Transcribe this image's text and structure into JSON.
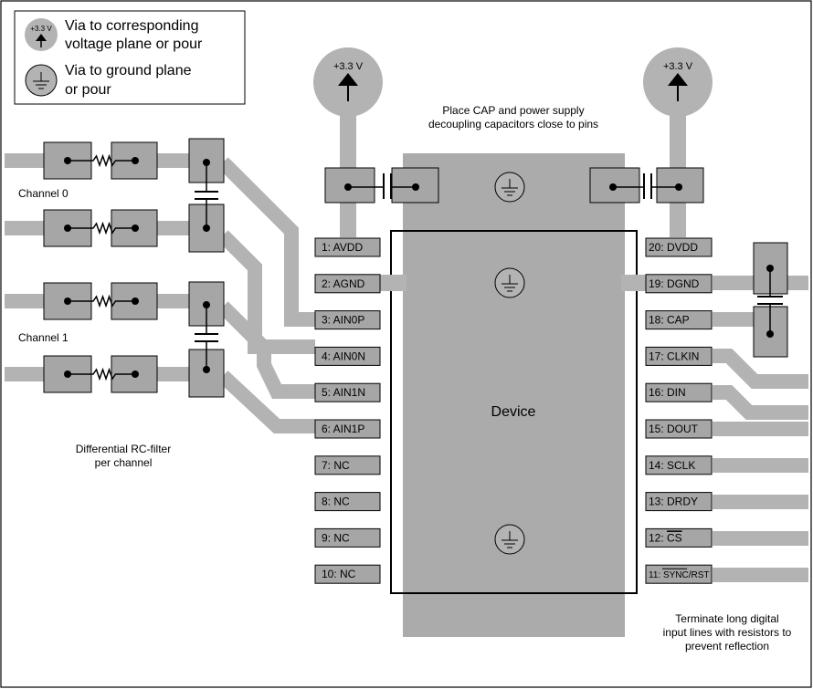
{
  "legend": {
    "power_symbol": "+3.3 V",
    "power_line1": "Via to corresponding",
    "power_line2": "voltage plane or pour",
    "ground_line1": "Via to ground plane",
    "ground_line2": "or pour"
  },
  "power_via_left": "+3.3 V",
  "power_via_right": "+3.3 V",
  "notes": {
    "cap_line1": "Place CAP and power supply",
    "cap_line2": "decoupling capacitors close to pins",
    "filter_line1": "Differential RC-filter",
    "filter_line2": "per channel",
    "term_line1": "Terminate long digital",
    "term_line2": "input lines with resistors to",
    "term_line3": "prevent reflection"
  },
  "channels": [
    "Channel 0",
    "Channel 1"
  ],
  "device_label": "Device",
  "left_pins": [
    "1: AVDD",
    "2: AGND",
    "3: AIN0P",
    "4: AIN0N",
    "5: AIN1N",
    "6: AIN1P",
    "7:  NC",
    "8:  NC",
    "9:  NC",
    "10: NC"
  ],
  "right_pins": [
    "20: DVDD",
    "19: DGND",
    "18: CAP",
    "17: CLKIN",
    "16: DIN",
    "15: DOUT",
    "14: SCLK",
    "13: DRDY",
    "12: ",
    "11: "
  ],
  "pin12_overbar": "CS",
  "pin11_overbar": "SYNC",
  "pin11_suffix": "/RST",
  "colors": {
    "trace": "#b3b3b3",
    "pad": "#a6a6a6",
    "body": "#ababab",
    "wire": "#000000"
  }
}
